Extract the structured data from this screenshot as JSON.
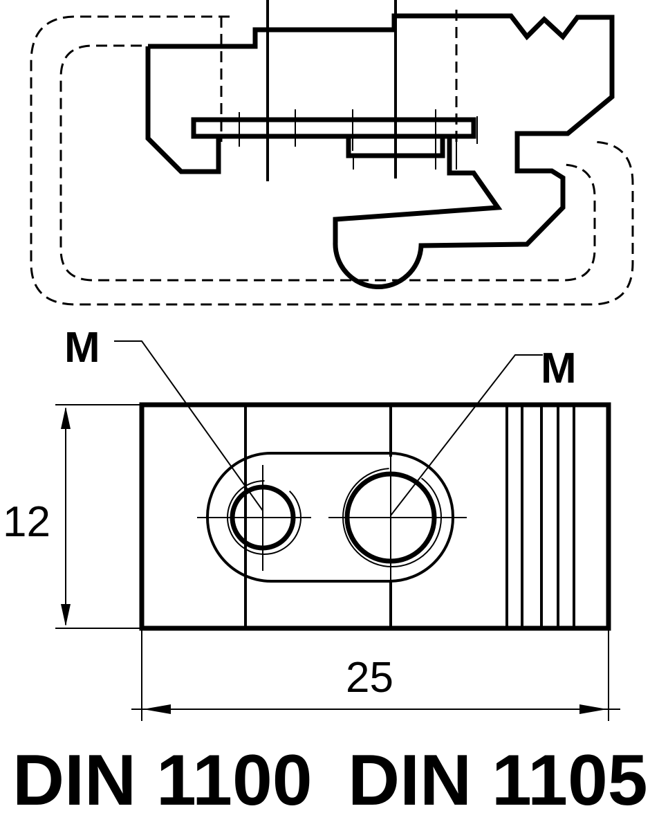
{
  "labels": {
    "marker_left": "M",
    "marker_right": "M",
    "dim_height": "12",
    "dim_width": "25",
    "standard_1": "DIN 1100",
    "standard_2": "DIN 1105"
  },
  "colors": {
    "line": "#000000",
    "background": "#ffffff"
  }
}
